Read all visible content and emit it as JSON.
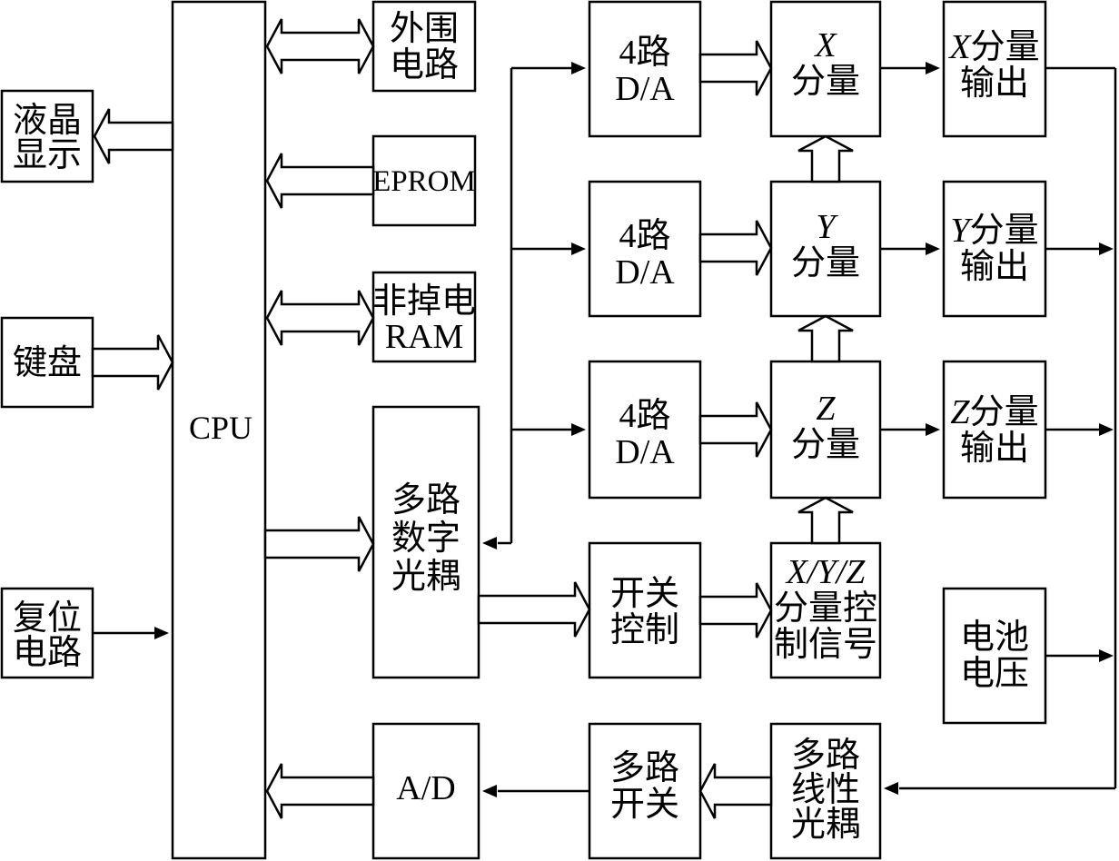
{
  "blocks": {
    "lcd": [
      "液晶",
      "显示"
    ],
    "keyboard": "键盘",
    "reset": [
      "复位",
      "电路"
    ],
    "cpu": "CPU",
    "peripheral": [
      "外围",
      "电路"
    ],
    "eprom": "EPROM",
    "nvram": [
      "非掉电",
      "RAM"
    ],
    "optocoupler_digital": [
      "多路",
      "数字",
      "光耦"
    ],
    "ad": "A/D",
    "da1": [
      "4路",
      "D/A"
    ],
    "da2": [
      "4路",
      "D/A"
    ],
    "da3": [
      "4路",
      "D/A"
    ],
    "switch_control": [
      "开关",
      "控制"
    ],
    "mux": [
      "多路",
      "开关"
    ],
    "x_comp": {
      "axis": "X",
      "label": "分量"
    },
    "y_comp": {
      "axis": "Y",
      "label": "分量"
    },
    "z_comp": {
      "axis": "Z",
      "label": "分量"
    },
    "xyz_ctrl": {
      "axis": "X/Y/Z",
      "lines": [
        "分量控",
        "制信号"
      ]
    },
    "optocoupler_linear": [
      "多路",
      "线性",
      "光耦"
    ],
    "x_out": {
      "axis": "X",
      "lines": [
        "分量",
        "输出"
      ]
    },
    "y_out": {
      "axis": "Y",
      "lines": [
        "分量",
        "输出"
      ]
    },
    "z_out": {
      "axis": "Z",
      "lines": [
        "分量",
        "输出"
      ]
    },
    "battery": [
      "电池",
      "电压"
    ]
  }
}
